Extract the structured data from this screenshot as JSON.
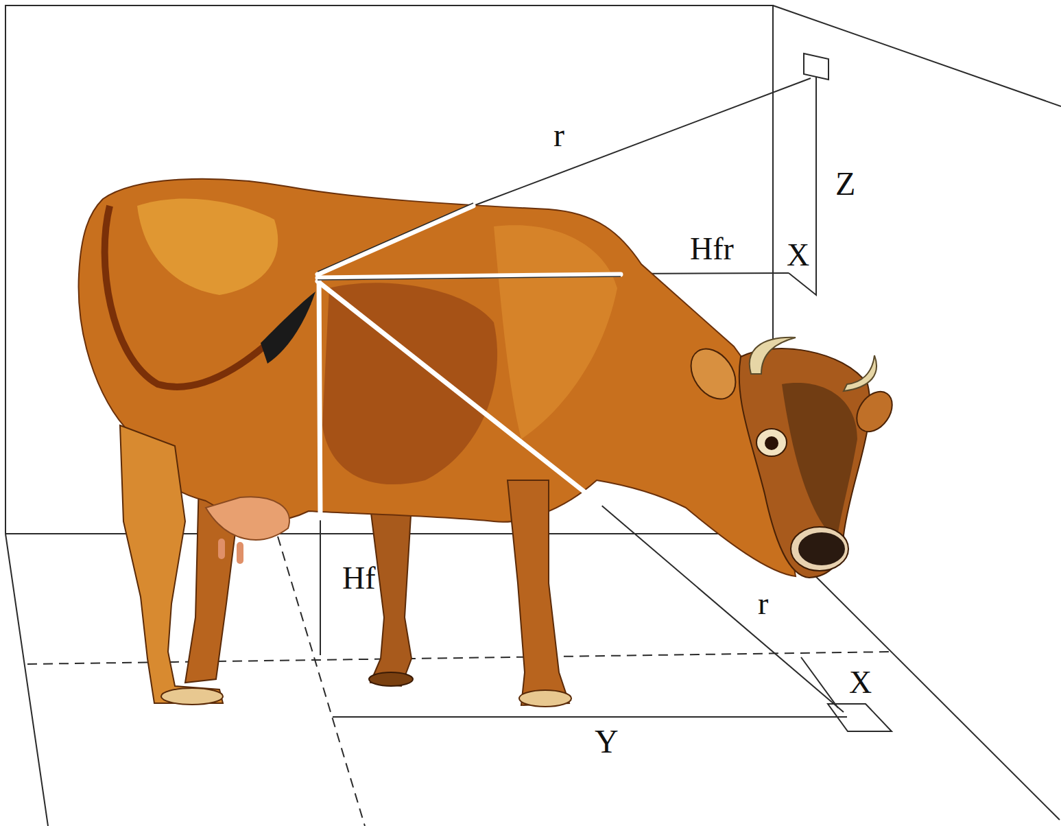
{
  "diagram": {
    "labels": [
      "r",
      "Z",
      "Hfr",
      "X",
      "Hf",
      "r",
      "X",
      "Y"
    ]
  }
}
